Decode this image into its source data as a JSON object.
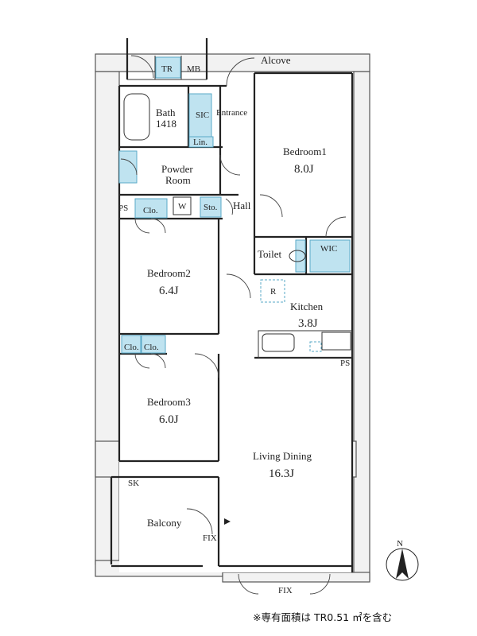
{
  "rooms": {
    "alcove": "Alcove",
    "tr": "TR",
    "mb": "MB",
    "bath": "Bath",
    "bath_size": "1418",
    "sic": "SIC",
    "entrance": "Entrance",
    "lin": "Lin.",
    "powder_room": "Powder",
    "powder_room2": "Room",
    "ps1": "PS",
    "clo1": "Clo.",
    "w": "W",
    "sto": "Sto.",
    "hall": "Hall",
    "bedroom1": "Bedroom1",
    "bedroom1_size": "8.0J",
    "toilet": "Toilet",
    "wic": "WIC",
    "r": "R",
    "bedroom2": "Bedroom2",
    "bedroom2_size": "6.4J",
    "kitchen": "Kitchen",
    "kitchen_size": "3.8J",
    "clo2": "Clo.",
    "clo3": "Clo.",
    "ps2": "PS",
    "bedroom3": "Bedroom3",
    "bedroom3_size": "6.0J",
    "living": "Living Dining",
    "living_size": "16.3J",
    "sk": "SK",
    "balcony": "Balcony",
    "fix_side": "FIX",
    "fix_bottom": "FIX",
    "north": "N"
  },
  "footnote": "※専有面積は TR0.51 ㎡を含む"
}
